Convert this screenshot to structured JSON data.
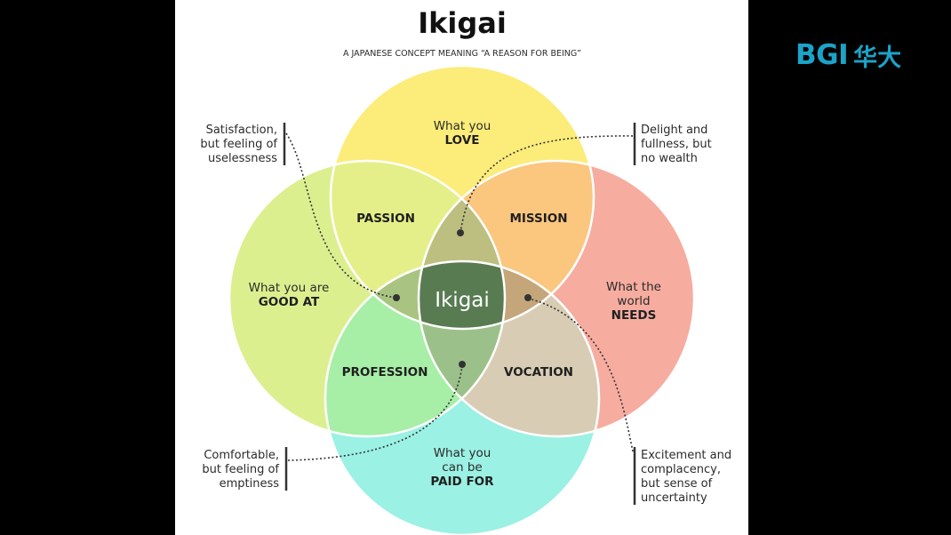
{
  "brand": {
    "latin": "BGI",
    "cjk": "华大",
    "color": "#1ba3c9"
  },
  "diagram": {
    "title": "Ikigai",
    "subtitle": "A JAPANESE CONCEPT MEANING “A REASON FOR BEING”",
    "circles": {
      "love": {
        "line1": "What you",
        "line2": "LOVE",
        "color": "#fcec7a"
      },
      "good_at": {
        "line1": "What you are",
        "line2": "GOOD AT",
        "color": "#dcef8f"
      },
      "needs": {
        "line1": "What the",
        "line2": "world",
        "line3": "NEEDS",
        "color": "#f7aca0"
      },
      "paid_for": {
        "line1": "What you",
        "line2": "can be",
        "line3": "PAID FOR",
        "color": "#9bf1e3"
      }
    },
    "overlaps": {
      "passion": "PASSION",
      "mission": "MISSION",
      "profession": "PROFESSION",
      "vocation": "VOCATION"
    },
    "center": "Ikigai",
    "notes": {
      "top_left": [
        "Satisfaction,",
        "but feeling of",
        "uselessness"
      ],
      "top_right": [
        "Delight and",
        "fullness, but",
        "no wealth"
      ],
      "bottom_left": [
        "Comfortable,",
        "but feeling of",
        "emptiness"
      ],
      "bottom_right": [
        "Excitement and",
        "complacency,",
        "but sense of",
        "uncertainty"
      ]
    }
  }
}
